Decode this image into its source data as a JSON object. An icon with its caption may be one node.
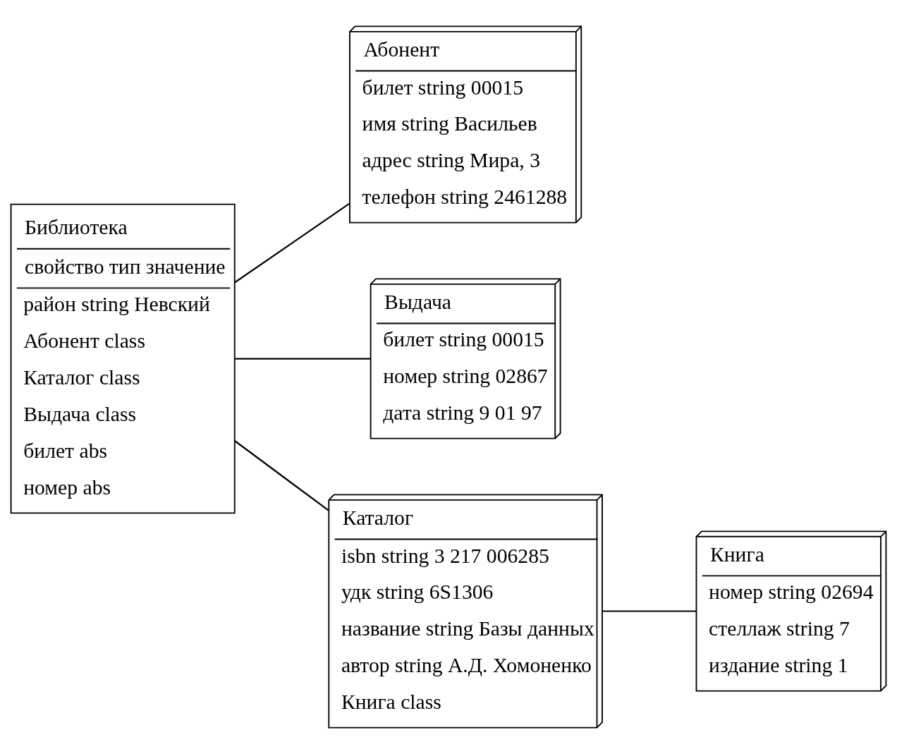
{
  "diagram": {
    "nodes": [
      {
        "text": [
          "Библиотека",
          "свойство тип значение",
          "район string Невский",
          "Абонент class",
          "Каталог class",
          "Выдача class",
          "билет abs",
          "номер abs"
        ]
      },
      {
        "text": [
          "Абонент",
          "билет string 00015",
          "имя string Васильев",
          "адрес string Мира, 3",
          "телефон string 2461288"
        ]
      },
      {
        "text": [
          "Выдача",
          "билет string 00015",
          "номер string 02867",
          "дата string 9 01 97"
        ]
      },
      {
        "text": [
          "Каталог",
          "isbn string 3 217 006285",
          "удк string 6S1306",
          "название string Базы данных",
          "автор string А.Д. Хомоненко",
          "Книга class"
        ]
      },
      {
        "text": [
          "Книга",
          "номер string 02694",
          "стеллаж string 7",
          "издание string 1"
        ]
      }
    ],
    "edges": [
      {
        "from": 0,
        "to": 1,
        "arrow": "none"
      },
      {
        "from": 0,
        "to": 3,
        "arrow": "none"
      },
      {
        "from": 0,
        "to": 2,
        "arrow": "none"
      },
      {
        "from": 3,
        "to": 4,
        "arrow": "none"
      }
    ]
  }
}
